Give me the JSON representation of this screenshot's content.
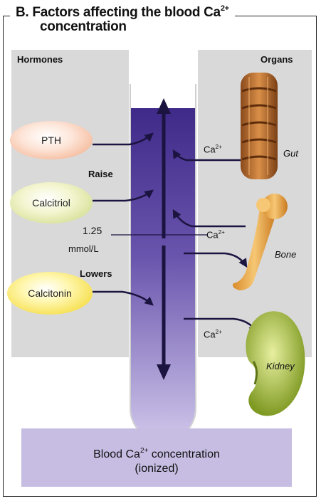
{
  "title": {
    "letter": "B.",
    "line1": "Factors affecting the blood Ca",
    "superscript": "2+",
    "line2": "concentration"
  },
  "headings": {
    "hormones": "Hormones",
    "organs": "Organs"
  },
  "hormones": {
    "pth": "PTH",
    "calcitriol": "Calcitriol",
    "calcitonin": "Calcitonin"
  },
  "effects": {
    "raise": "Raise",
    "lowers": "Lowers"
  },
  "reference": {
    "value": "1.25",
    "unit": "mmol/L"
  },
  "ion_label": {
    "base": "Ca",
    "superscript": "2+"
  },
  "organs": {
    "gut": "Gut",
    "bone": "Bone",
    "kidney": "Kidney"
  },
  "bottom": {
    "line1_base": "Blood Ca",
    "line1_sup": "2+",
    "line1_rest": " concentration",
    "line2": "(ionized)"
  },
  "colors": {
    "tube_top": "#3f2a89",
    "tube_bottom": "#cfc6ea",
    "arrow": "#1c1440",
    "panel": "#d9d9d9",
    "bottom_box": "#c7bde3"
  }
}
